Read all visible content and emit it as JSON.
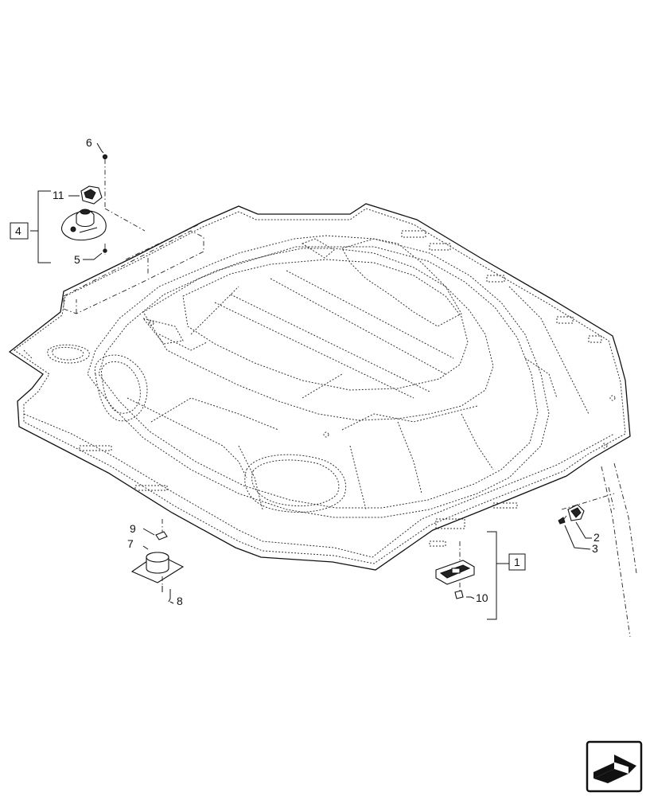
{
  "diagram": {
    "callouts": {
      "c1": "1",
      "c2": "2",
      "c3": "3",
      "c4": "4",
      "c5": "5",
      "c6": "6",
      "c7": "7",
      "c8": "8",
      "c9": "9",
      "c10": "10",
      "c11": "11"
    },
    "nav_icon": "next-page-arrow-icon"
  }
}
